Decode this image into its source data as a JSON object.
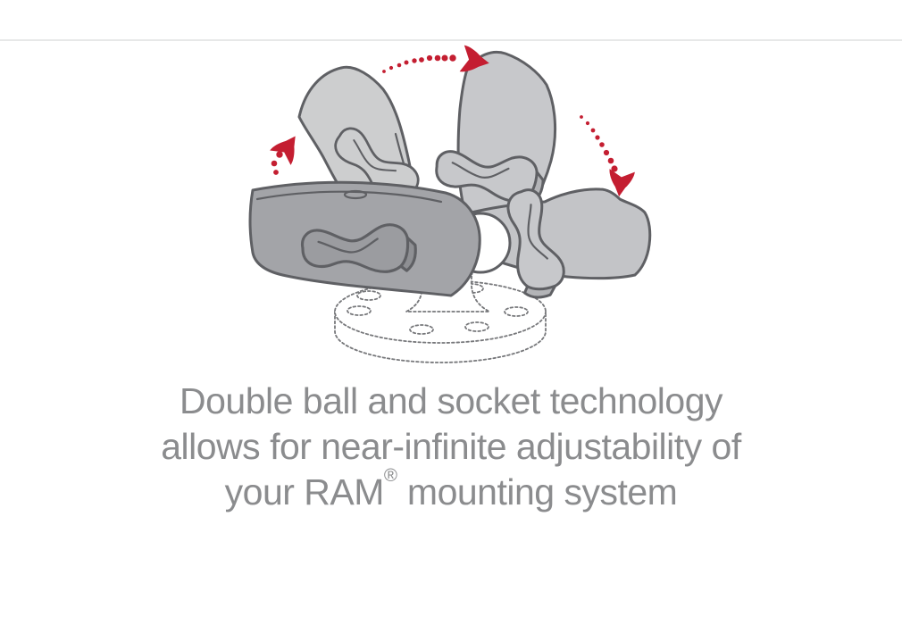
{
  "page": {
    "background_color": "#ffffff",
    "divider_color": "#e7e8e8"
  },
  "figure": {
    "description": "Double socket arm shown rotating through multiple positions on a round ball base plate, with red dotted arrows indicating rotation",
    "colors": {
      "arm_lighter": "#cdcecf",
      "arm_light": "#c7c8cb",
      "arm_right": "#c3c4c7",
      "arm_dark": "#a3a4a8",
      "knob_dark": "#9b9ca0",
      "knob_side_light": "#b3b4b7",
      "knob_side_dark": "#8e8f93",
      "ball_white": "#ffffff",
      "base_white": "#ffffff",
      "outline": "#5f6064",
      "arrow_red": "#c41e31"
    }
  },
  "caption": {
    "color": "#8b8c8e",
    "line1": "Double ball and socket technology",
    "line2": "allows for near-infinite adjustability of",
    "line3_pre": "your RAM",
    "line3_sup": "®",
    "line3_post": " mounting system"
  }
}
